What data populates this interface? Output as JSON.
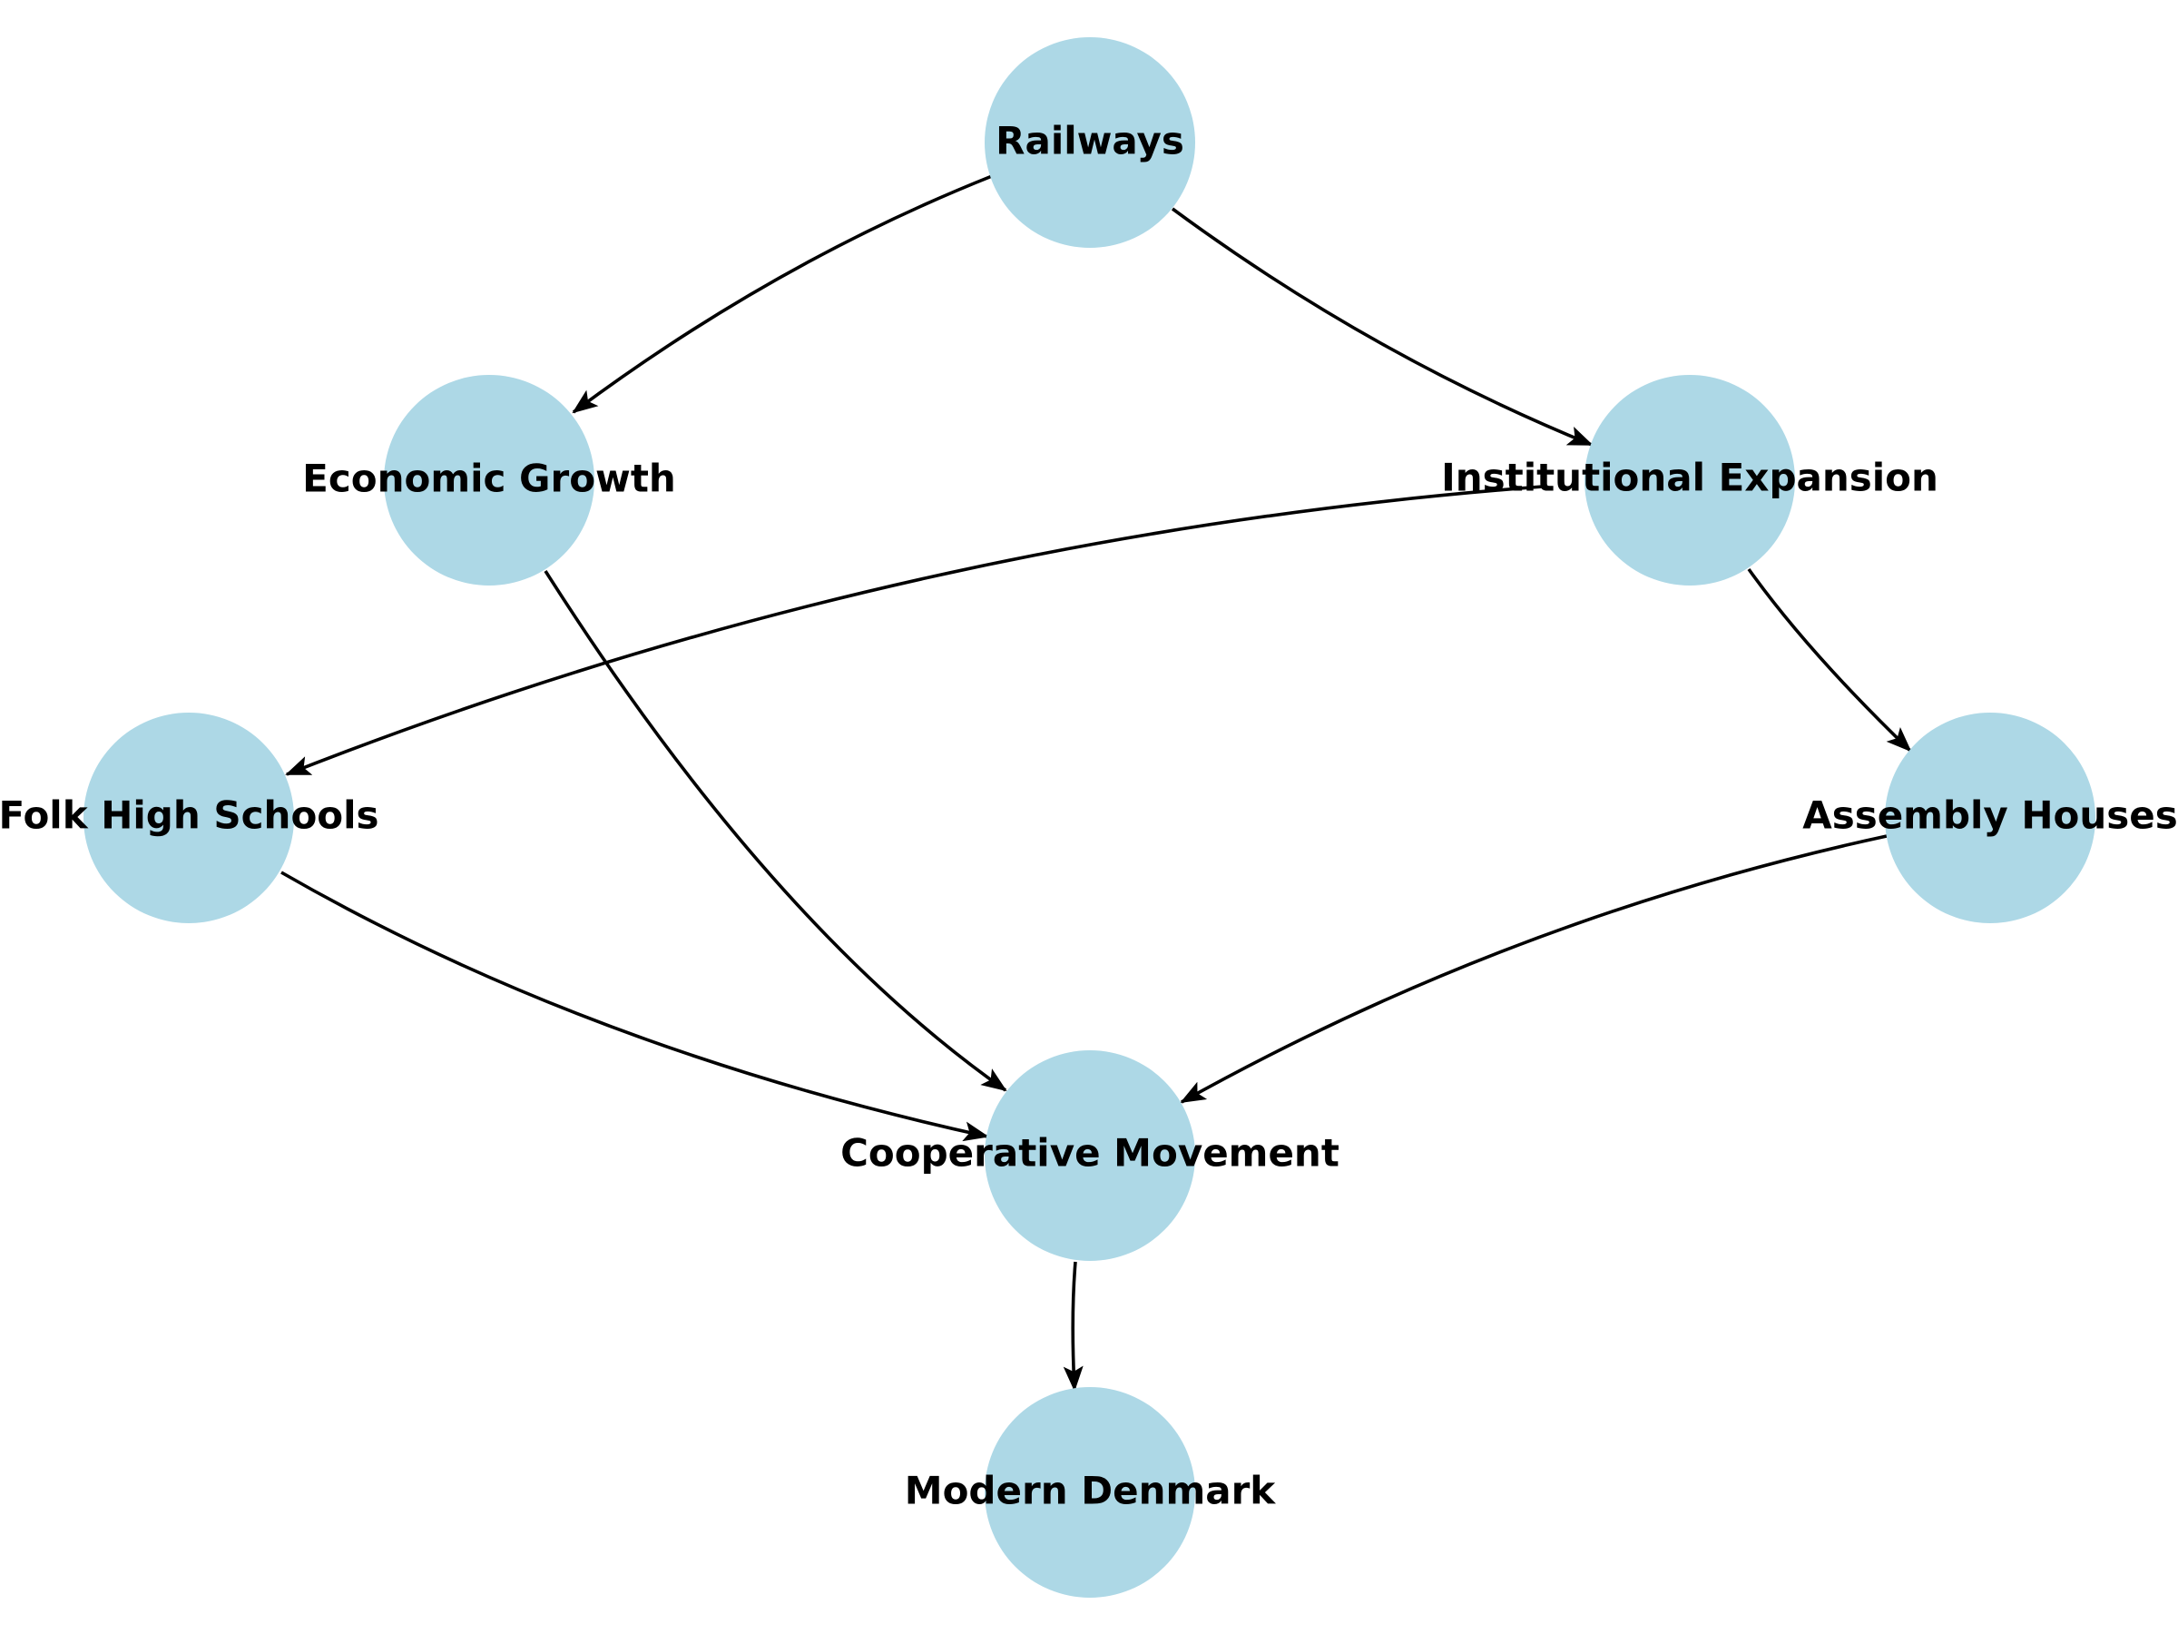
{
  "diagram": {
    "type": "directed-graph",
    "colors": {
      "node_fill": "#add8e6",
      "edge": "#000000",
      "label": "#000000"
    },
    "nodes": [
      {
        "id": "railways",
        "label": "Railways"
      },
      {
        "id": "economic",
        "label": "Economic Growth"
      },
      {
        "id": "institutional",
        "label": "Institutional Expansion"
      },
      {
        "id": "folk",
        "label": "Folk High Schools"
      },
      {
        "id": "assembly",
        "label": "Assembly Houses"
      },
      {
        "id": "cooperative",
        "label": "Cooperative Movement"
      },
      {
        "id": "modern",
        "label": "Modern Denmark"
      }
    ],
    "edges": [
      {
        "from": "railways",
        "to": "economic"
      },
      {
        "from": "railways",
        "to": "institutional"
      },
      {
        "from": "institutional",
        "to": "folk"
      },
      {
        "from": "institutional",
        "to": "assembly"
      },
      {
        "from": "economic",
        "to": "cooperative"
      },
      {
        "from": "folk",
        "to": "cooperative"
      },
      {
        "from": "assembly",
        "to": "cooperative"
      },
      {
        "from": "cooperative",
        "to": "modern"
      }
    ]
  }
}
